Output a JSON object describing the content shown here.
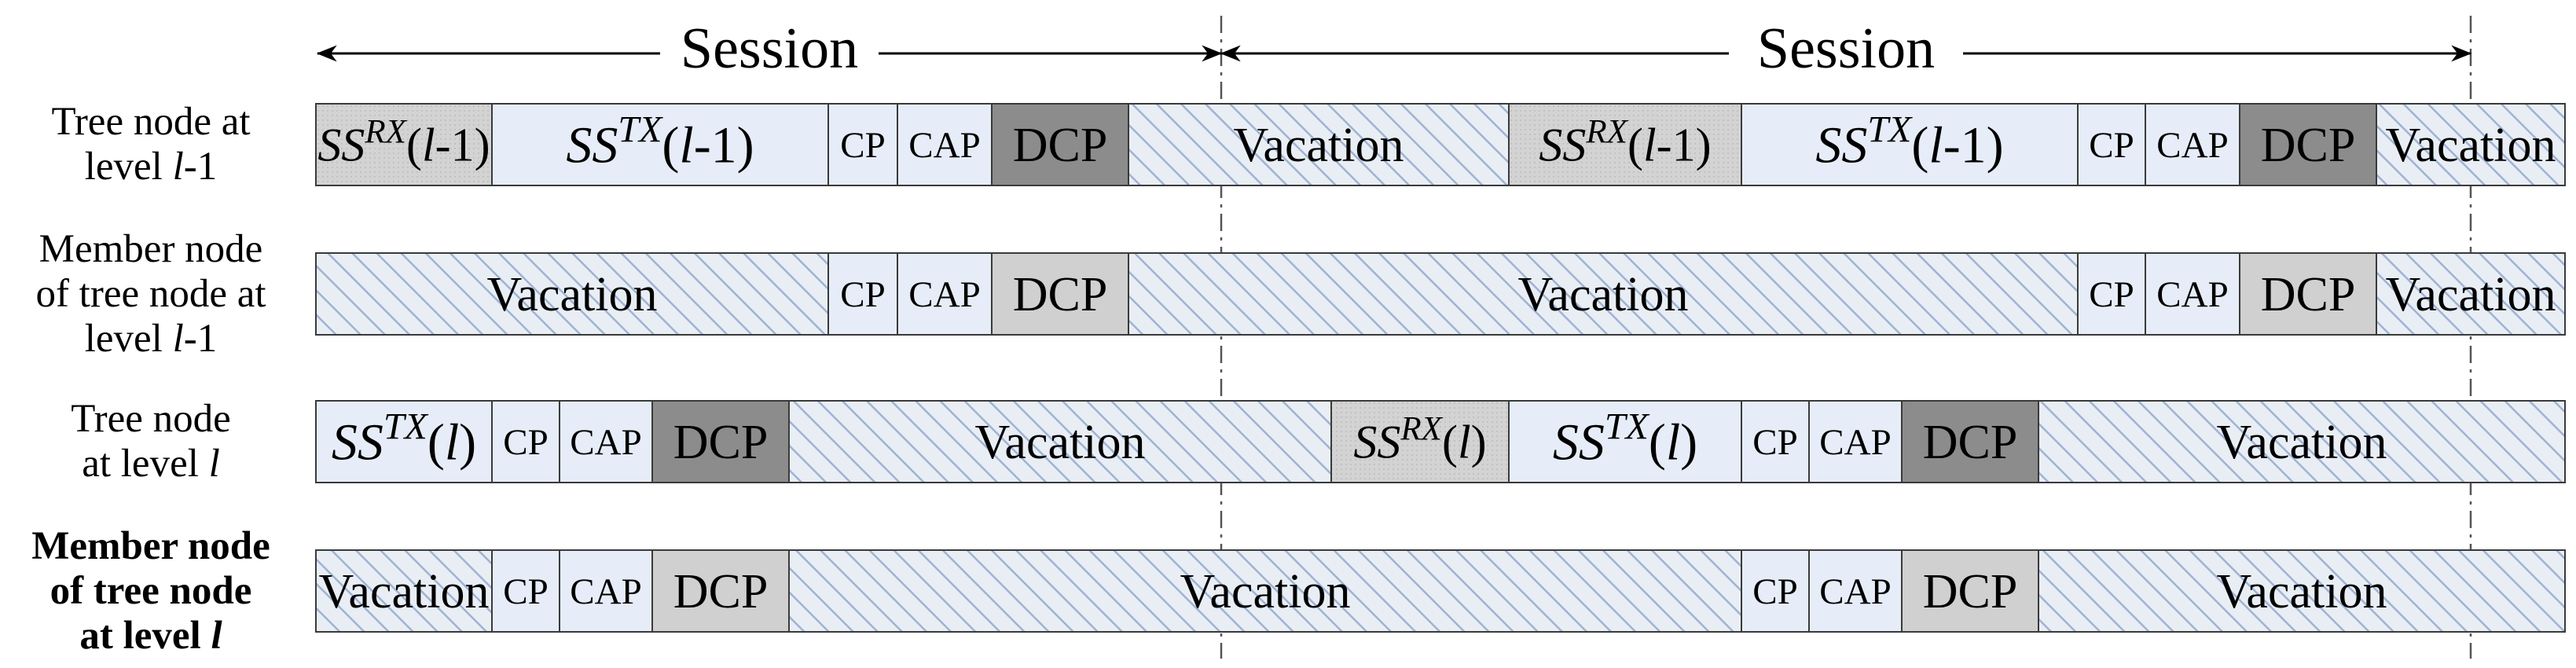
{
  "header": {
    "sessions": [
      {
        "label": "Session"
      },
      {
        "label": "Session"
      }
    ]
  },
  "colors": {
    "ss_rx_fill": "#d3d3d3",
    "ss_tx_fill": "#e6edf8",
    "cp_cap_fill": "#e6edf8",
    "dcp_dark_fill": "#8c8c8c",
    "dcp_light_fill": "#d0d0d0",
    "vacation_base": "#e9eef5",
    "vacation_hatch": "#9fb3d2",
    "border": "#3a3a3a"
  },
  "rows": [
    {
      "label_lines": [
        "Tree node at",
        "level {i}l{/i}-1"
      ],
      "bold": false,
      "segments": [
        {
          "kind": "ssrx",
          "label": "SS^RX(l-1)"
        },
        {
          "kind": "sstx",
          "label": "SS^TX(l-1)"
        },
        {
          "kind": "cp",
          "label": "CP"
        },
        {
          "kind": "cap",
          "label": "CAP"
        },
        {
          "kind": "dcp-dark",
          "label": "DCP"
        },
        {
          "kind": "vacation",
          "label": "Vacation"
        },
        {
          "kind": "ssrx",
          "label": "SS^RX(l-1)"
        },
        {
          "kind": "sstx",
          "label": "SS^TX(l-1)"
        },
        {
          "kind": "cp",
          "label": "CP"
        },
        {
          "kind": "cap",
          "label": "CAP"
        },
        {
          "kind": "dcp-dark",
          "label": "DCP"
        },
        {
          "kind": "vacation",
          "label": "Vacation"
        }
      ]
    },
    {
      "label_lines": [
        "Member node",
        "of tree node at",
        "level {i}l{/i}-1"
      ],
      "bold": false,
      "segments": [
        {
          "kind": "vacation",
          "label": "Vacation"
        },
        {
          "kind": "cp",
          "label": "CP"
        },
        {
          "kind": "cap",
          "label": "CAP"
        },
        {
          "kind": "dcp-light",
          "label": "DCP"
        },
        {
          "kind": "vacation",
          "label": "Vacation"
        },
        {
          "kind": "cp",
          "label": "CP"
        },
        {
          "kind": "cap",
          "label": "CAP"
        },
        {
          "kind": "dcp-light",
          "label": "DCP"
        },
        {
          "kind": "vacation",
          "label": "Vacation"
        }
      ]
    },
    {
      "label_lines": [
        "Tree node",
        "at level {i}l{/i}"
      ],
      "bold": false,
      "segments": [
        {
          "kind": "sstx",
          "label": "SS^TX(l)"
        },
        {
          "kind": "cp",
          "label": "CP"
        },
        {
          "kind": "cap",
          "label": "CAP"
        },
        {
          "kind": "dcp-dark",
          "label": "DCP"
        },
        {
          "kind": "vacation",
          "label": "Vacation"
        },
        {
          "kind": "ssrx",
          "label": "SS^RX(l)"
        },
        {
          "kind": "sstx",
          "label": "SS^TX(l)"
        },
        {
          "kind": "cp",
          "label": "CP"
        },
        {
          "kind": "cap",
          "label": "CAP"
        },
        {
          "kind": "dcp-dark",
          "label": "DCP"
        },
        {
          "kind": "vacation",
          "label": "Vacation"
        }
      ]
    },
    {
      "label_lines": [
        "Member node",
        "of tree node",
        "at level {i}l{/i}"
      ],
      "bold": true,
      "segments": [
        {
          "kind": "vacation",
          "label": "Vacation"
        },
        {
          "kind": "cp",
          "label": "CP"
        },
        {
          "kind": "cap",
          "label": "CAP"
        },
        {
          "kind": "dcp-light",
          "label": "DCP"
        },
        {
          "kind": "vacation",
          "label": "Vacation"
        },
        {
          "kind": "cp",
          "label": "CP"
        },
        {
          "kind": "cap",
          "label": "CAP"
        },
        {
          "kind": "dcp-light",
          "label": "DCP"
        },
        {
          "kind": "vacation",
          "label": "Vacation"
        }
      ]
    }
  ]
}
